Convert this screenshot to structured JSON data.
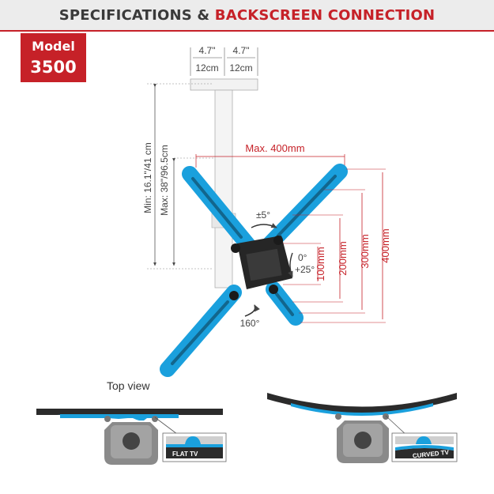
{
  "header": {
    "title_part1": "SPECIFICATIONS & ",
    "title_part2": "BACKSCREEN CONNECTION"
  },
  "badge": {
    "label": "Model",
    "number": "3500"
  },
  "pole": {
    "width_left_in": "4.7\"",
    "width_right_in": "4.7\"",
    "width_left_cm": "12cm",
    "width_right_cm": "12cm",
    "min_height": "Min: 16.1\"/41 cm",
    "max_height": "Max: 38\"/96.5cm"
  },
  "vesa": {
    "max_width": "Max. 400mm",
    "dims": [
      "100mm",
      "200mm",
      "300mm",
      "400mm"
    ]
  },
  "angles": {
    "swivel": "±5°",
    "tilt_a": "0°",
    "tilt_b": "+25°",
    "rotate": "160°"
  },
  "top_view": {
    "label": "Top view",
    "flat": "FLAT TV",
    "curved": "CURVED TV"
  },
  "colors": {
    "accent_red": "#c62128",
    "arm_blue": "#1aa0dd",
    "plate_black": "#262626"
  },
  "icons": {
    "rotate": "curved-arrow-icon"
  }
}
